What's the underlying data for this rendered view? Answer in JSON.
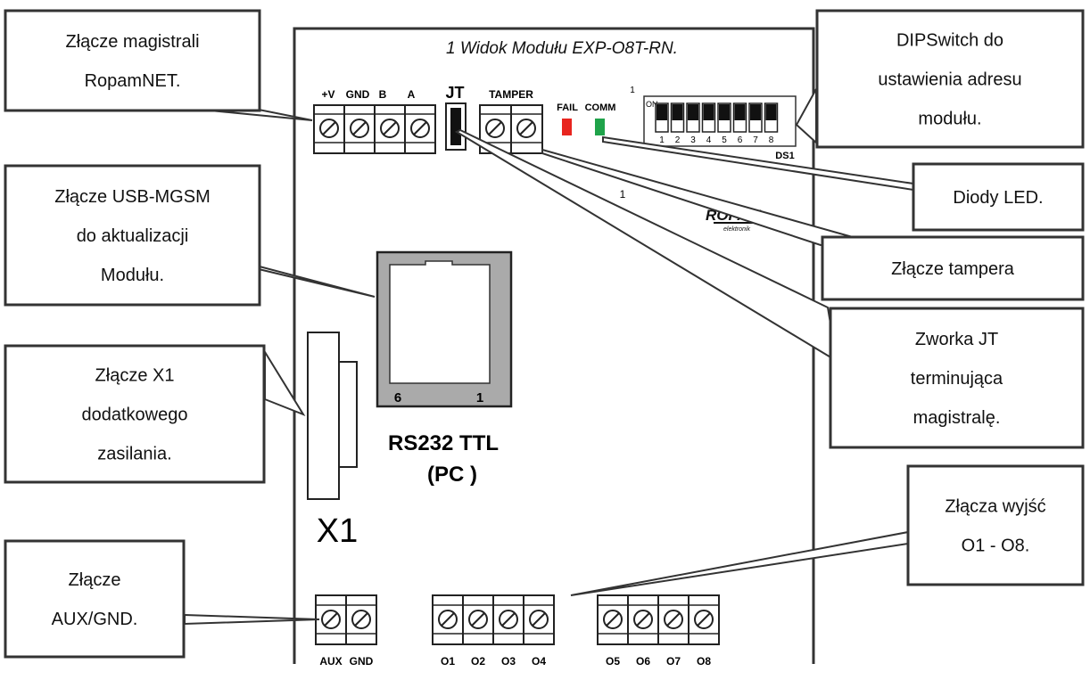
{
  "caption": "1 Widok Modułu EXP-O8T-RN.",
  "board": {
    "bus_terminal_labels": [
      "+V",
      "GND",
      "B",
      "A"
    ],
    "jumper_label": "JT",
    "tamper_label": "TAMPER",
    "led_fail_label": "FAIL",
    "led_comm_label": "COMM",
    "led_fail_color": "#e8251f",
    "led_comm_color": "#1fa34a",
    "dip_on_label": "ON",
    "dip_numbers": [
      "1",
      "2",
      "3",
      "4",
      "5",
      "6",
      "7",
      "8"
    ],
    "dip_ref": "DS1",
    "pin_one_marker": "1",
    "top_pin_one": "1",
    "brand_logo": "ROPAM",
    "brand_sub": "elektronik",
    "rj_pin_left": "6",
    "rj_pin_right": "1",
    "rs232_line1": "RS232 TTL",
    "rs232_line2": "(PC )",
    "x1_label": "X1",
    "aux_labels": [
      "AUX",
      "GND"
    ],
    "outputs_left": [
      "O1",
      "O2",
      "O3",
      "O4"
    ],
    "outputs_right": [
      "O5",
      "O6",
      "O7",
      "O8"
    ]
  },
  "callouts": {
    "magistrala": [
      "Złącze magistrali",
      "RopamNET."
    ],
    "usb": [
      "Złącze USB-MGSM",
      "do aktualizacji",
      "Modułu."
    ],
    "x1": [
      "Złącze X1",
      "dodatkowego",
      "zasilania."
    ],
    "aux": [
      "Złącze",
      "AUX/GND."
    ],
    "dip": [
      "DIPSwitch do",
      "ustawienia adresu",
      "modułu."
    ],
    "led": [
      "Diody LED."
    ],
    "tamper": [
      "Złącze tampera"
    ],
    "jt": [
      "Zworka JT",
      "terminująca",
      "magistralę."
    ],
    "outputs": [
      "Złącza wyjść",
      "O1 - O8."
    ]
  }
}
